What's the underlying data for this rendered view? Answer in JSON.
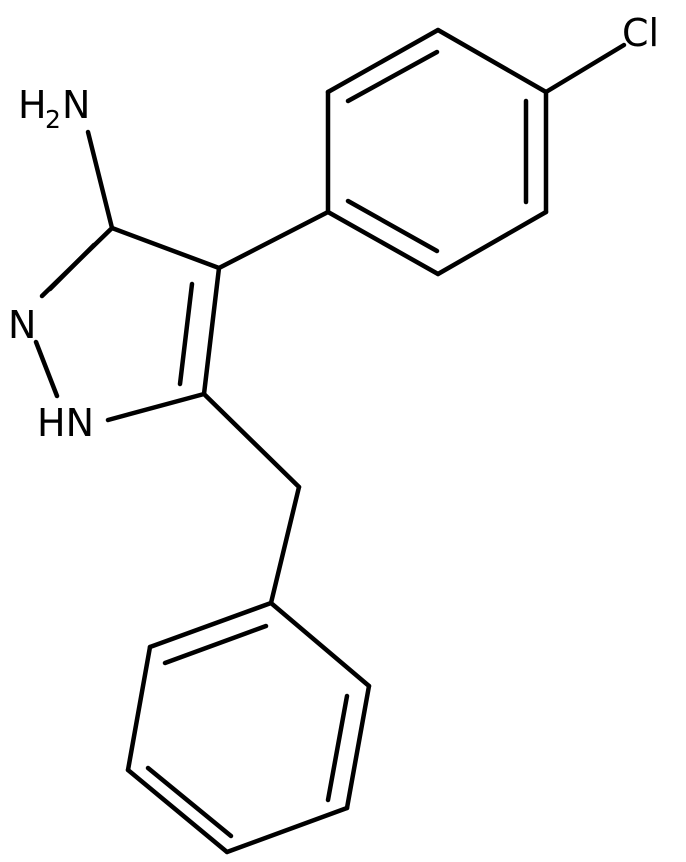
{
  "labels": {
    "amine_h": "H",
    "amine_sub": "2",
    "amine_n": "N",
    "ring_n": "N",
    "ring_nh": "HN",
    "chloro": "Cl"
  }
}
